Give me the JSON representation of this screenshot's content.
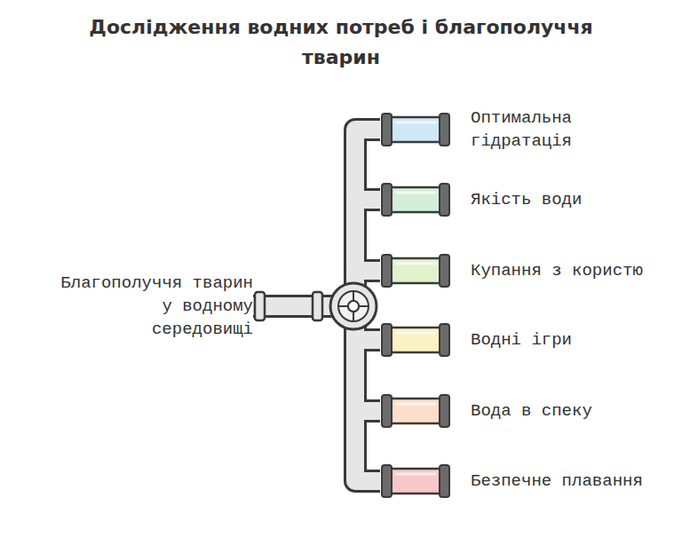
{
  "diagram": {
    "title": "Дослідження водних потреб і благополуччя тварин",
    "nodes": [
      {
        "text": [
          "Благополуччя тварин у водному середовищі"
        ]
      },
      {
        "text": [
          "Оптимальна гідратація"
        ]
      },
      {
        "text": [
          "Якість води"
        ]
      },
      {
        "text": [
          "Купання з користю"
        ]
      },
      {
        "text": [
          "Водні ігри"
        ]
      },
      {
        "text": [
          "Вода в спеку"
        ]
      },
      {
        "text": [
          "Безпечне плавання"
        ]
      }
    ],
    "edges": [
      {
        "from": 0,
        "to": 1,
        "arrow": "none"
      },
      {
        "from": 0,
        "to": 2,
        "arrow": "none"
      },
      {
        "from": 0,
        "to": 3,
        "arrow": "none"
      },
      {
        "from": 0,
        "to": 4,
        "arrow": "none"
      },
      {
        "from": 0,
        "to": 5,
        "arrow": "none"
      },
      {
        "from": 0,
        "to": 6,
        "arrow": "none"
      }
    ]
  }
}
